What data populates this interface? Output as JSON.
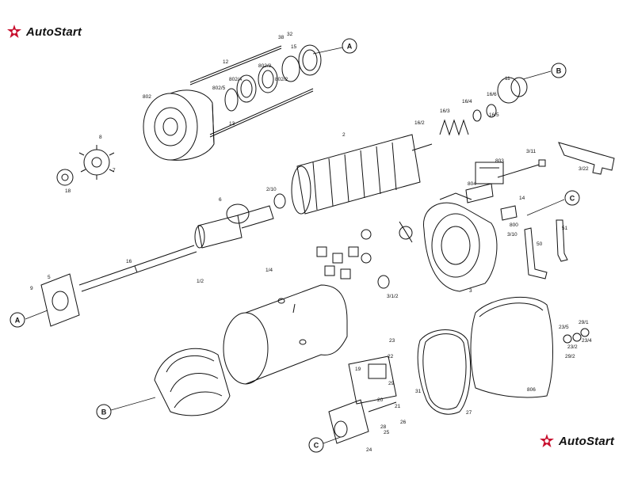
{
  "logo": {
    "text": "AutoStart",
    "color": "#c8102e"
  },
  "callouts": [
    "A",
    "B",
    "C",
    "A",
    "B",
    "C"
  ],
  "parts": [
    "1/2",
    "1/4",
    "2",
    "2/10",
    "3",
    "3/1/2",
    "3/10",
    "3/11",
    "3/22",
    "5",
    "6",
    "7",
    "8",
    "9",
    "11",
    "12",
    "13",
    "14",
    "15",
    "16",
    "16/2",
    "16/3",
    "16/4",
    "16/5",
    "16/6",
    "18",
    "19",
    "20",
    "21",
    "22",
    "23",
    "23/2",
    "23/4",
    "23/5",
    "24",
    "25",
    "26",
    "27",
    "28",
    "29",
    "29/1",
    "29/2",
    "31",
    "32",
    "38",
    "50",
    "51",
    "800",
    "802",
    "802/2",
    "802/3",
    "802/4",
    "802/5",
    "803",
    "804",
    "806"
  ]
}
